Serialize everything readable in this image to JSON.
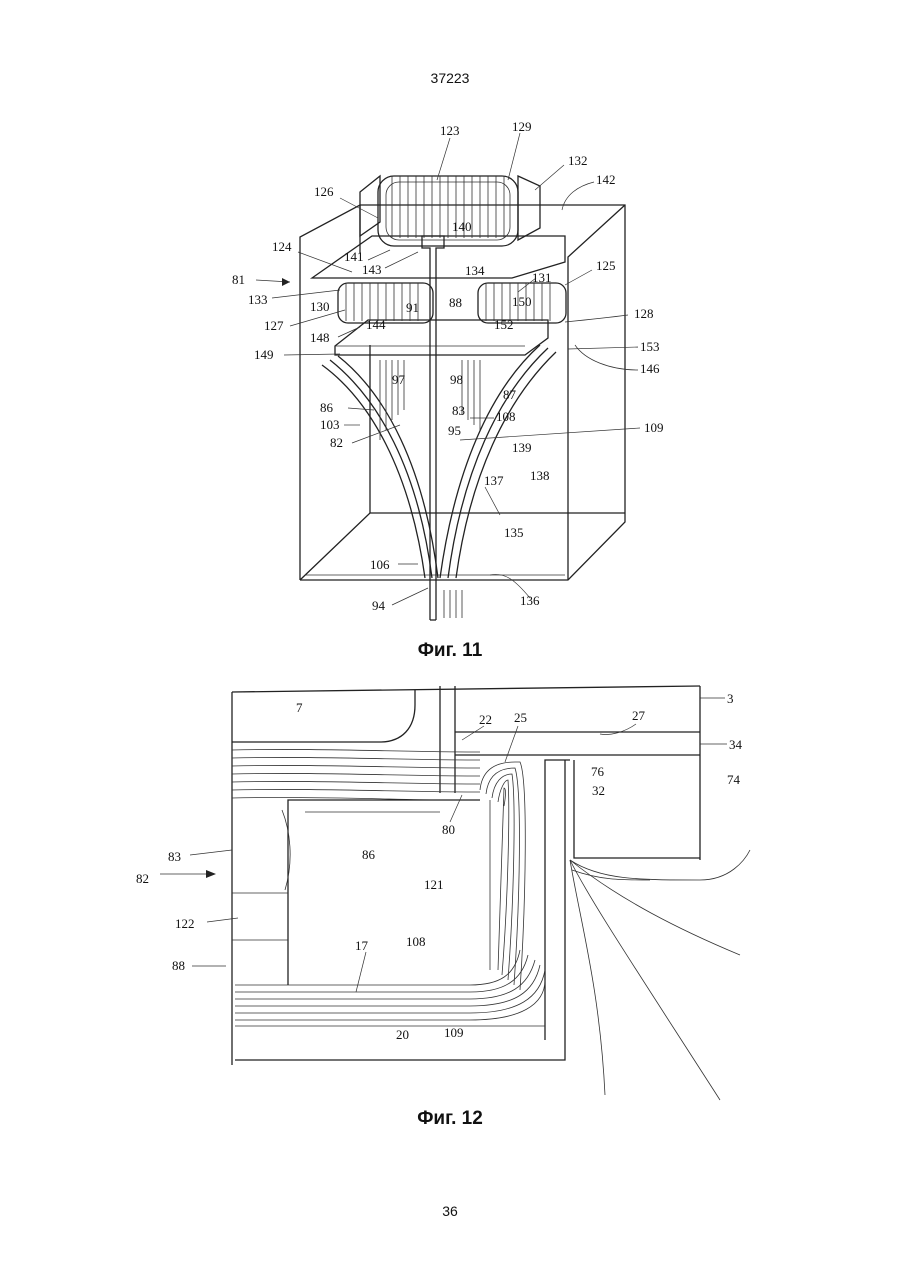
{
  "page": {
    "header_number": "37223",
    "footer_number": "36"
  },
  "fig11": {
    "caption": "Фиг. 11",
    "labels": {
      "l123": "123",
      "l129": "129",
      "l132": "132",
      "l142": "142",
      "l126": "126",
      "l140": "140",
      "l124": "124",
      "l141": "141",
      "l81": "81",
      "l143": "143",
      "l134": "134",
      "l131": "131",
      "l125": "125",
      "l133": "133",
      "l130": "130",
      "l91": "91",
      "l88": "88",
      "l150": "150",
      "l127": "127",
      "l144": "144",
      "l152": "152",
      "l128": "128",
      "l148": "148",
      "l153": "153",
      "l149": "149",
      "l97": "97",
      "l98": "98",
      "l146": "146",
      "l87": "87",
      "l86": "86",
      "l83": "83",
      "l108": "108",
      "l103": "103",
      "l95": "95",
      "l109": "109",
      "l82": "82",
      "l139": "139",
      "l138": "138",
      "l137": "137",
      "l135": "135",
      "l106": "106",
      "l94": "94",
      "l136": "136"
    }
  },
  "fig12": {
    "caption": "Фиг. 12",
    "labels": {
      "l7": "7",
      "l3": "3",
      "l22": "22",
      "l25": "25",
      "l27": "27",
      "l34": "34",
      "l76": "76",
      "l74": "74",
      "l32": "32",
      "l80": "80",
      "l83": "83",
      "l86": "86",
      "l82": "82",
      "l121": "121",
      "l122": "122",
      "l17": "17",
      "l108": "108",
      "l88": "88",
      "l20": "20",
      "l109": "109"
    }
  }
}
